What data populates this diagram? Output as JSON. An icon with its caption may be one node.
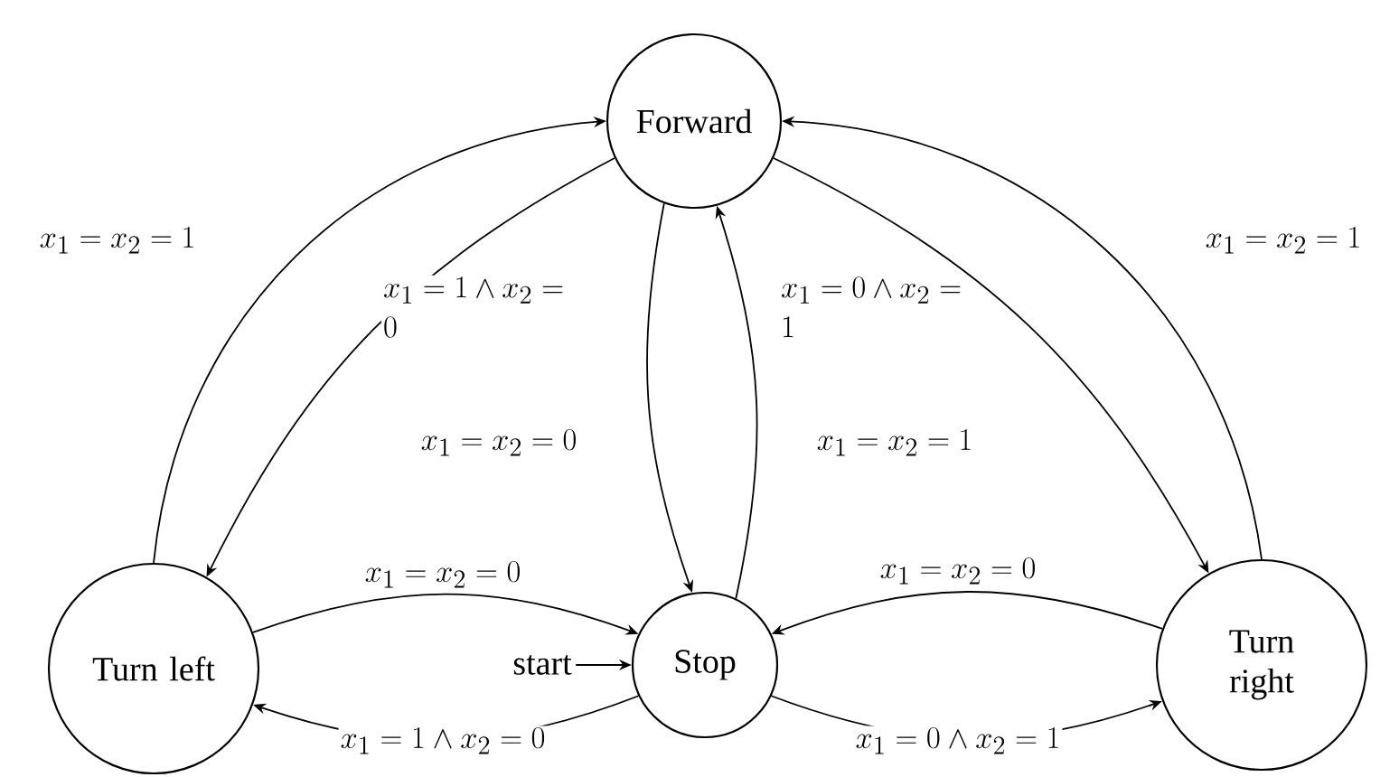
{
  "diagram": {
    "nodes": [
      {
        "text": [
          "Forward"
        ]
      },
      {
        "text": [
          "Turn left"
        ]
      },
      {
        "text": [
          "Stop"
        ]
      },
      {
        "text": [
          "Turn right"
        ]
      },
      {
        "text": [
          "start"
        ]
      }
    ],
    "edges": [
      {
        "from": 1,
        "to": 0,
        "arrow": "to",
        "label": "x_1 = x_2 = 1"
      },
      {
        "from": 0,
        "to": 1,
        "arrow": "to",
        "label": "x_1 = 1 \\wedge x_2 = 0"
      },
      {
        "from": 0,
        "to": 2,
        "arrow": "to",
        "label": "x_1 = x_2 = 0"
      },
      {
        "from": 2,
        "to": 0,
        "arrow": "to",
        "label": "x_1 = x_2 = 1"
      },
      {
        "from": 0,
        "to": 3,
        "arrow": "to",
        "label": "x_1 = 0 \\wedge x_2 = 1"
      },
      {
        "from": 3,
        "to": 0,
        "arrow": "to",
        "label": "x_1 = x_2 = 1"
      },
      {
        "from": 1,
        "to": 2,
        "arrow": "to",
        "label": "x_1 = x_2 = 0"
      },
      {
        "from": 2,
        "to": 1,
        "arrow": "to",
        "label": "x_1 = 1 \\wedge x_2 = 0"
      },
      {
        "from": 3,
        "to": 2,
        "arrow": "to",
        "label": "x_1 = x_2 = 0"
      },
      {
        "from": 2,
        "to": 3,
        "arrow": "to",
        "label": "x_1 = 0 \\wedge x_2 = 1"
      },
      {
        "from": 4,
        "to": 2,
        "arrow": "to"
      }
    ]
  }
}
